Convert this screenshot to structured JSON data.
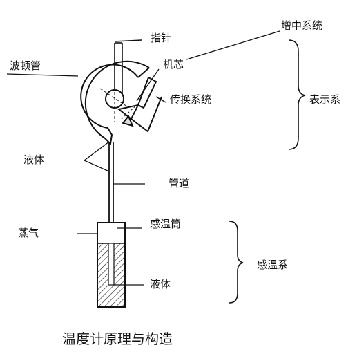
{
  "labels": {
    "pointer": "指针",
    "amplification_system": "增中系统",
    "bourdon_tube": "波顿管",
    "movement": "机芯",
    "transmission_system": "传换系统",
    "indicating_system": "表示系",
    "liquid_upper": "液体",
    "pipeline": "管道",
    "vapor": "蒸气",
    "sensing_bulb": "感温筒",
    "sensing_system": "感温系",
    "liquid_lower": "液体"
  },
  "caption": "温度计原理与构造"
}
